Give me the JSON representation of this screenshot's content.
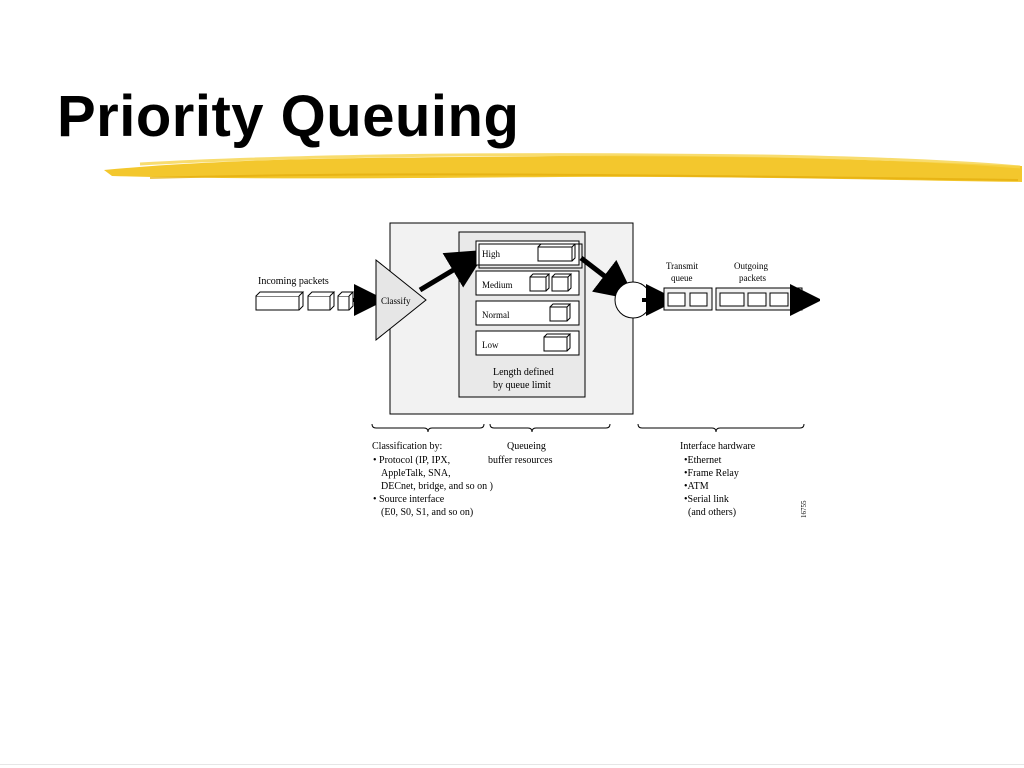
{
  "slide": {
    "title": "Priority Queuing",
    "accent_color": "#f2c21b"
  },
  "diagram": {
    "incoming_label": "Incoming packets",
    "classify_label": "Classify",
    "queues": [
      "High",
      "Medium",
      "Normal",
      "Low"
    ],
    "length_note": [
      "Length defined",
      "by queue limit"
    ],
    "transmit_label": [
      "Transmit",
      "queue"
    ],
    "outgoing_label": [
      "Outgoing",
      "packets"
    ],
    "classification": {
      "heading": "Classification by:",
      "lines": [
        "• Protocol (IP, IPX,",
        "AppleTalk, SNA,",
        "DECnet, bridge, and so on )",
        "• Source interface",
        "(E0, S0, S1, and so on)"
      ]
    },
    "queueing": {
      "lines": [
        "Queueing",
        "buffer resources"
      ]
    },
    "interface": {
      "heading": "Interface hardware",
      "lines": [
        "•Ethernet",
        "•Frame Relay",
        "•ATM",
        "•Serial link",
        "(and others)"
      ]
    },
    "figure_id": "16755"
  }
}
